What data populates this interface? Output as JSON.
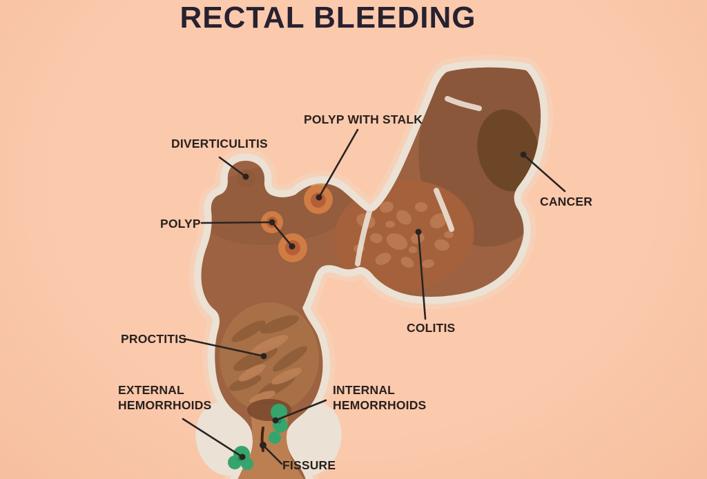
{
  "title": "RECTAL BLEEDING",
  "diagram": {
    "type": "medical-illustration",
    "subject": "Colon and rectum cross-section showing causes of rectal bleeding",
    "labels": [
      {
        "id": "diverticulitis",
        "text": "DIVERTICULITIS"
      },
      {
        "id": "polyp_with_stalk",
        "text": "POLYP WITH STALK"
      },
      {
        "id": "cancer",
        "text": "CANCER"
      },
      {
        "id": "polyp",
        "text": "POLYP"
      },
      {
        "id": "colitis",
        "text": "COLITIS"
      },
      {
        "id": "proctitis",
        "text": "PROCTITIS"
      },
      {
        "id": "external_hemorrhoids",
        "text": "EXTERNAL\nHEMORRHOIDS"
      },
      {
        "id": "internal_hemorrhoids",
        "text": "INTERNAL\nHEMORRHOIDS"
      },
      {
        "id": "fissure",
        "text": "FISSURE"
      }
    ]
  },
  "colors": {
    "background": "#fbc9ac",
    "title_text": "#272130",
    "label_text": "#29211f",
    "colon": "#9c6241",
    "colon_dark": "#8b573a",
    "colon_wall": "#ebe1d4",
    "wall_halo": "#f5d5bd",
    "cancer": "#6d4628",
    "colitis": "#a5613c",
    "colitis_spot": "#bc7d52",
    "polyp": "#d07c45",
    "polyp_core": "#b05c33",
    "polyp_stalk": "#d49663",
    "diverticulum_shade": "#8a5738",
    "proctitis": "#a87046",
    "proctitis_streak_dark": "#8c5a37",
    "proctitis_streak_light": "#bd8157",
    "hemorrhoid_green": "#36a56d",
    "hemorrhoid_green_dark": "#1f8a55",
    "anal_canal": "#bb7f52",
    "canal_shadow": "#7a4a2d",
    "fissure": "#4a220f",
    "leader_line": "#2a2322"
  }
}
